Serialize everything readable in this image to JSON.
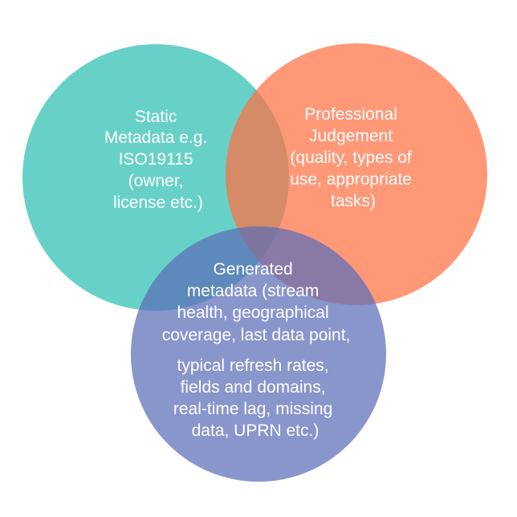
{
  "diagram": {
    "type": "venn",
    "circles": [
      {
        "key": "static",
        "color": "#2ebfb1",
        "lines": [
          "Static",
          "Metadata e.g.",
          "ISO19115",
          "(owner,",
          "license etc.)"
        ]
      },
      {
        "key": "professional",
        "color": "#ff7043",
        "lines": [
          "Professional",
          "Judgement",
          "(quality, types of",
          "use, appropriate",
          "tasks)"
        ]
      },
      {
        "key": "generated",
        "color": "#5a6eb8",
        "lines": [
          "Generated",
          "metadata (stream",
          "health, geographical",
          "coverage, last data point,",
          "typical refresh rates,",
          "fields and domains,",
          "real-time lag, missing",
          "data, UPRN etc.)"
        ]
      }
    ]
  }
}
